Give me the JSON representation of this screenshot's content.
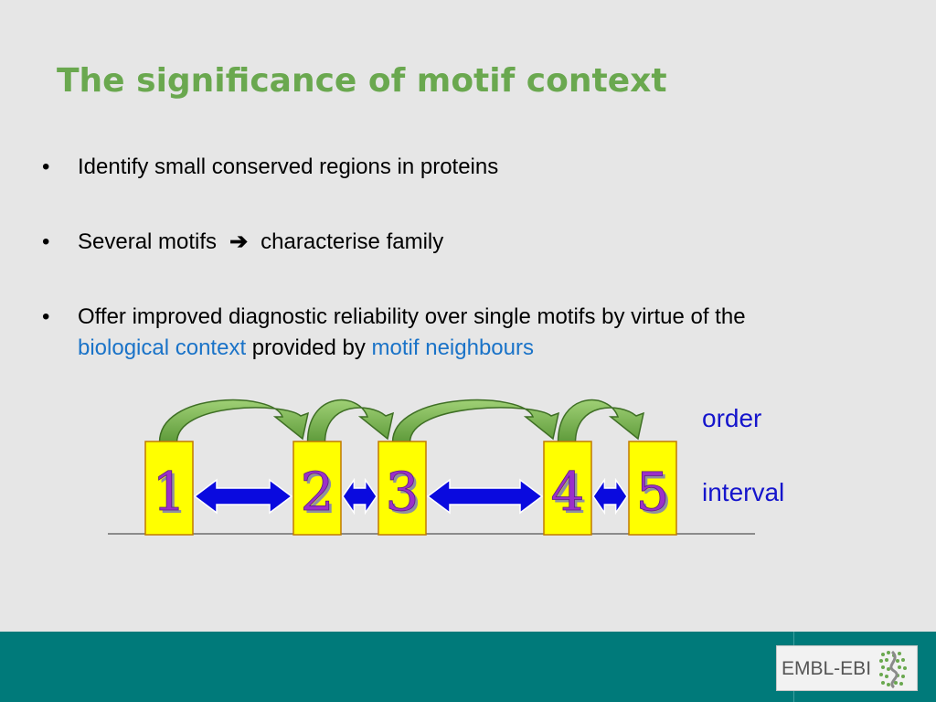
{
  "title": "The significance of motif context",
  "bullets": [
    {
      "text": "Identify small conserved regions in proteins"
    },
    {
      "before": "Several motifs",
      "arrow": "➔",
      "after": "characterise family"
    },
    {
      "before": "Offer improved diagnostic reliability over single motifs by virtue of the",
      "highlight1": "biological context",
      "middle": " provided by ",
      "highlight2": "motif neighbours"
    }
  ],
  "bullet_glyph": "•",
  "diagram": {
    "motifs": [
      "1",
      "2",
      "3",
      "4",
      "5"
    ],
    "labels": {
      "order": "order",
      "interval": "interval"
    },
    "colors": {
      "box_fill": "#ffff00",
      "box_stroke": "#c07a00",
      "number": "#9b30c8",
      "double_arrow": "#0a0adf",
      "curved_arrow": "#6faa45"
    }
  },
  "footer": {
    "logo_text": "EMBL-EBI",
    "accent_color": "#007a7a"
  }
}
